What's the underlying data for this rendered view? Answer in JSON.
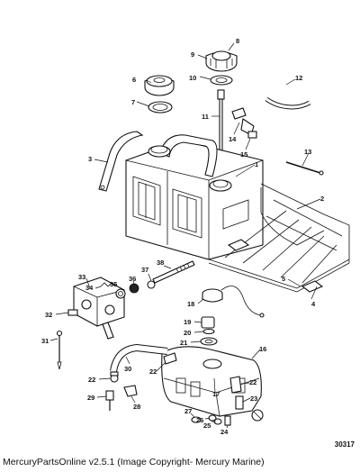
{
  "callouts": {
    "n1": "1",
    "n2": "2",
    "n3": "3",
    "n4": "4",
    "n5": "5",
    "n6": "6",
    "n7": "7",
    "n8": "8",
    "n9": "9",
    "n10": "10",
    "n11": "11",
    "n12": "12",
    "n13": "13",
    "n14": "14",
    "n15": "15",
    "n16": "16",
    "n17": "17",
    "n18": "18",
    "n19": "19",
    "n20": "20",
    "n21": "21",
    "n22a": "22",
    "n22b": "22",
    "n22c": "22",
    "n23": "23",
    "n24": "24",
    "n25": "25",
    "n26": "26",
    "n27": "27",
    "n28": "28",
    "n29": "29",
    "n30": "30",
    "n31": "31",
    "n32": "32",
    "n33": "33",
    "n34": "34",
    "n35": "35",
    "n36": "36",
    "n37": "37",
    "n38": "38"
  },
  "diagram_ref": "30317",
  "footer": "MercuryPartsOnline v2.5.1 (Image Copyright- Mercury Marine)"
}
